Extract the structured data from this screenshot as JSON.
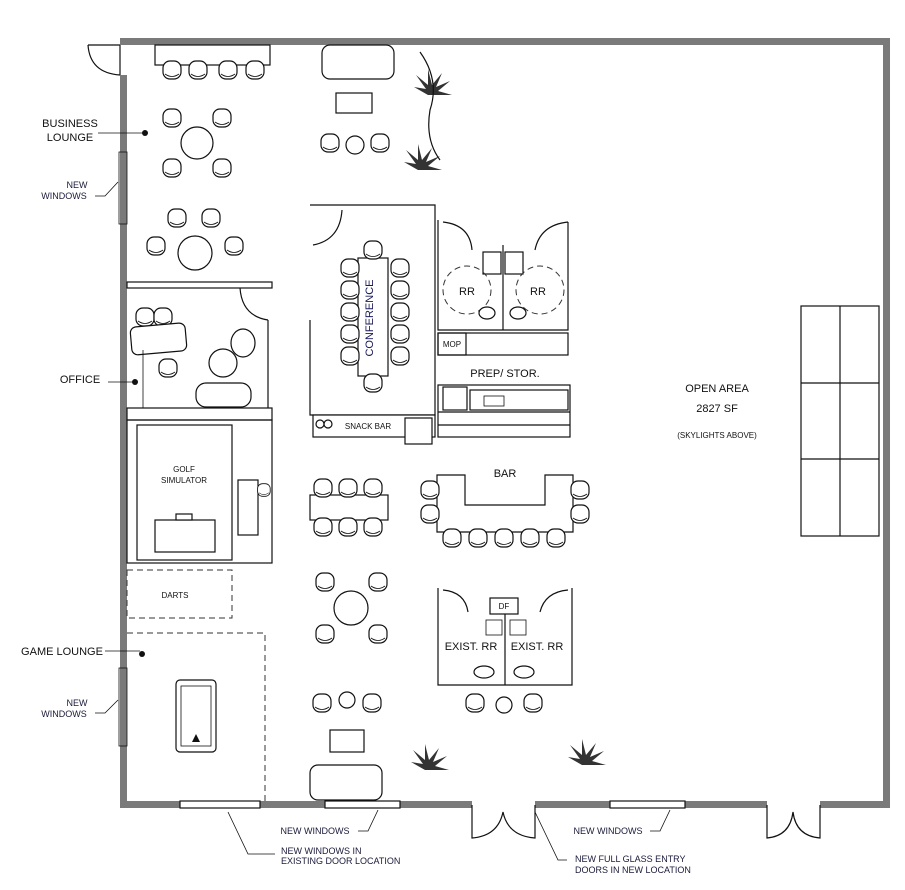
{
  "plan": {
    "rooms": {
      "business_lounge": [
        "BUSINESS",
        "LOUNGE"
      ],
      "office": "OFFICE",
      "conference": "CONFERENCE",
      "restroom_left": "RR",
      "restroom_right": "RR",
      "mop": "MOP",
      "prep_stor": "PREP/ STOR.",
      "snack_bar": "SNACK BAR",
      "bar": "BAR",
      "golf_simulator": [
        "GOLF",
        "SIMULATOR"
      ],
      "darts": "DARTS",
      "game_lounge": "GAME LOUNGE",
      "df": "DF",
      "exist_rr_left": "EXIST. RR",
      "exist_rr_right": "EXIST. RR",
      "open_area": [
        "OPEN AREA",
        "2827 SF",
        "(SKYLIGHTS ABOVE)"
      ]
    },
    "notes": {
      "new_windows_left_top": [
        "NEW",
        "WINDOWS"
      ],
      "new_windows_left_bottom": [
        "NEW",
        "WINDOWS"
      ],
      "new_windows_bottom_left": "NEW WINDOWS",
      "new_windows_bottom_right": "NEW WINDOWS",
      "windows_in_door": [
        "NEW WINDOWS IN",
        "EXISTING DOOR LOCATION"
      ],
      "glass_entry": [
        "NEW FULL GLASS ENTRY",
        "DOORS IN NEW LOCATION"
      ]
    }
  }
}
